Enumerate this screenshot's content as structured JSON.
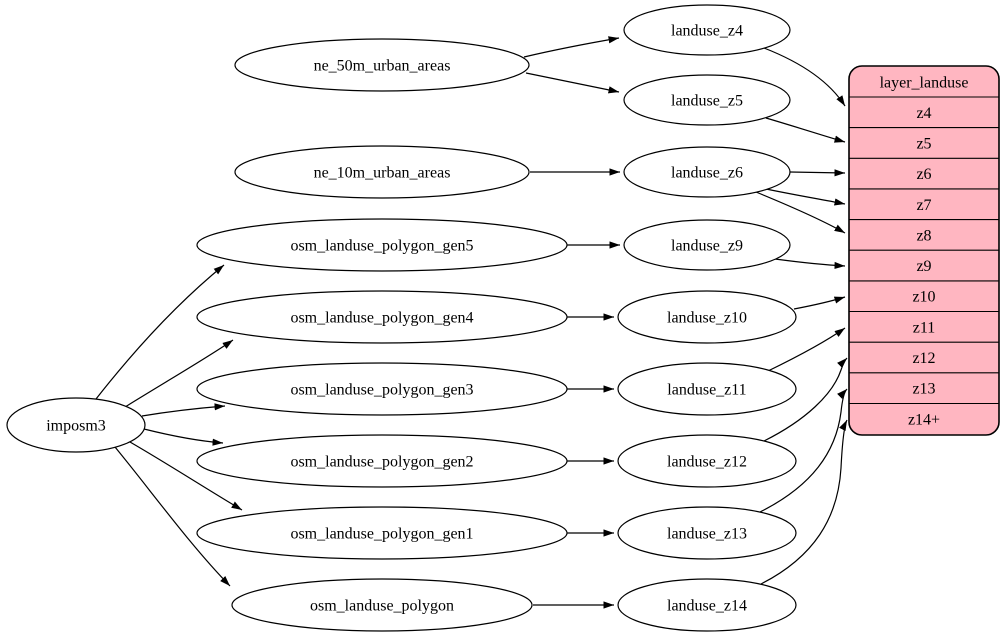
{
  "colors": {
    "background": "#ffffff",
    "node_fill": "#ffffff",
    "stroke": "#000000",
    "table_fill": "#ffb6c1",
    "text": "#000000"
  },
  "nodes": {
    "imposm3": "imposm3",
    "ne_50m_urban_areas": "ne_50m_urban_areas",
    "ne_10m_urban_areas": "ne_10m_urban_areas",
    "osm_landuse_polygon_gen5": "osm_landuse_polygon_gen5",
    "osm_landuse_polygon_gen4": "osm_landuse_polygon_gen4",
    "osm_landuse_polygon_gen3": "osm_landuse_polygon_gen3",
    "osm_landuse_polygon_gen2": "osm_landuse_polygon_gen2",
    "osm_landuse_polygon_gen1": "osm_landuse_polygon_gen1",
    "osm_landuse_polygon": "osm_landuse_polygon",
    "landuse_z4": "landuse_z4",
    "landuse_z5": "landuse_z5",
    "landuse_z6": "landuse_z6",
    "landuse_z9": "landuse_z9",
    "landuse_z10": "landuse_z10",
    "landuse_z11": "landuse_z11",
    "landuse_z12": "landuse_z12",
    "landuse_z13": "landuse_z13",
    "landuse_z14": "landuse_z14"
  },
  "table": {
    "title": "layer_landuse",
    "rows": [
      "z4",
      "z5",
      "z6",
      "z7",
      "z8",
      "z9",
      "z10",
      "z11",
      "z12",
      "z13",
      "z14+"
    ]
  },
  "edges": [
    {
      "from": "imposm3",
      "to": "osm_landuse_polygon_gen5"
    },
    {
      "from": "imposm3",
      "to": "osm_landuse_polygon_gen4"
    },
    {
      "from": "imposm3",
      "to": "osm_landuse_polygon_gen3"
    },
    {
      "from": "imposm3",
      "to": "osm_landuse_polygon_gen2"
    },
    {
      "from": "imposm3",
      "to": "osm_landuse_polygon_gen1"
    },
    {
      "from": "imposm3",
      "to": "osm_landuse_polygon"
    },
    {
      "from": "ne_50m_urban_areas",
      "to": "landuse_z4"
    },
    {
      "from": "ne_50m_urban_areas",
      "to": "landuse_z5"
    },
    {
      "from": "ne_10m_urban_areas",
      "to": "landuse_z6"
    },
    {
      "from": "osm_landuse_polygon_gen5",
      "to": "landuse_z9"
    },
    {
      "from": "osm_landuse_polygon_gen4",
      "to": "landuse_z10"
    },
    {
      "from": "osm_landuse_polygon_gen3",
      "to": "landuse_z11"
    },
    {
      "from": "osm_landuse_polygon_gen2",
      "to": "landuse_z12"
    },
    {
      "from": "osm_landuse_polygon_gen1",
      "to": "landuse_z13"
    },
    {
      "from": "osm_landuse_polygon",
      "to": "landuse_z14"
    },
    {
      "from": "landuse_z4",
      "to": "layer_landuse:z4"
    },
    {
      "from": "landuse_z5",
      "to": "layer_landuse:z5"
    },
    {
      "from": "landuse_z6",
      "to": "layer_landuse:z6"
    },
    {
      "from": "landuse_z6",
      "to": "layer_landuse:z7"
    },
    {
      "from": "landuse_z6",
      "to": "layer_landuse:z8"
    },
    {
      "from": "landuse_z9",
      "to": "layer_landuse:z9"
    },
    {
      "from": "landuse_z10",
      "to": "layer_landuse:z10"
    },
    {
      "from": "landuse_z11",
      "to": "layer_landuse:z11"
    },
    {
      "from": "landuse_z12",
      "to": "layer_landuse:z12"
    },
    {
      "from": "landuse_z13",
      "to": "layer_landuse:z13"
    },
    {
      "from": "landuse_z14",
      "to": "layer_landuse:z14+"
    }
  ]
}
